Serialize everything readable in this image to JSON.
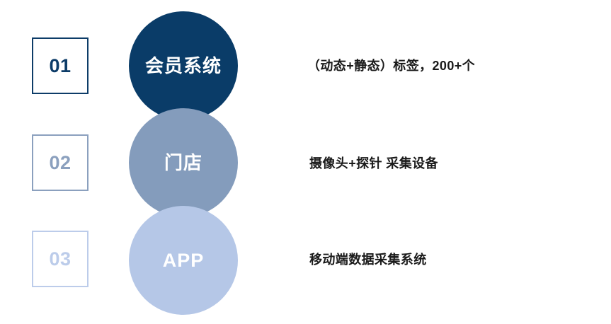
{
  "slide": {
    "background_color": "#ffffff",
    "rows": [
      {
        "number": "01",
        "circle_label": "会员系统",
        "description": "（动态+静态）标签，200+个",
        "accent_color": "#0a3c68",
        "box_border_color": "#0d3c68"
      },
      {
        "number": "02",
        "circle_label": "门店",
        "description": "摄像头+探针 采集设备",
        "accent_color": "#849cbc",
        "box_border_color": "#8ba0be"
      },
      {
        "number": "03",
        "circle_label": "APP",
        "description": "移动端数据采集系统",
        "accent_color": "#b5c7e7",
        "box_border_color": "#bcccea"
      }
    ]
  }
}
